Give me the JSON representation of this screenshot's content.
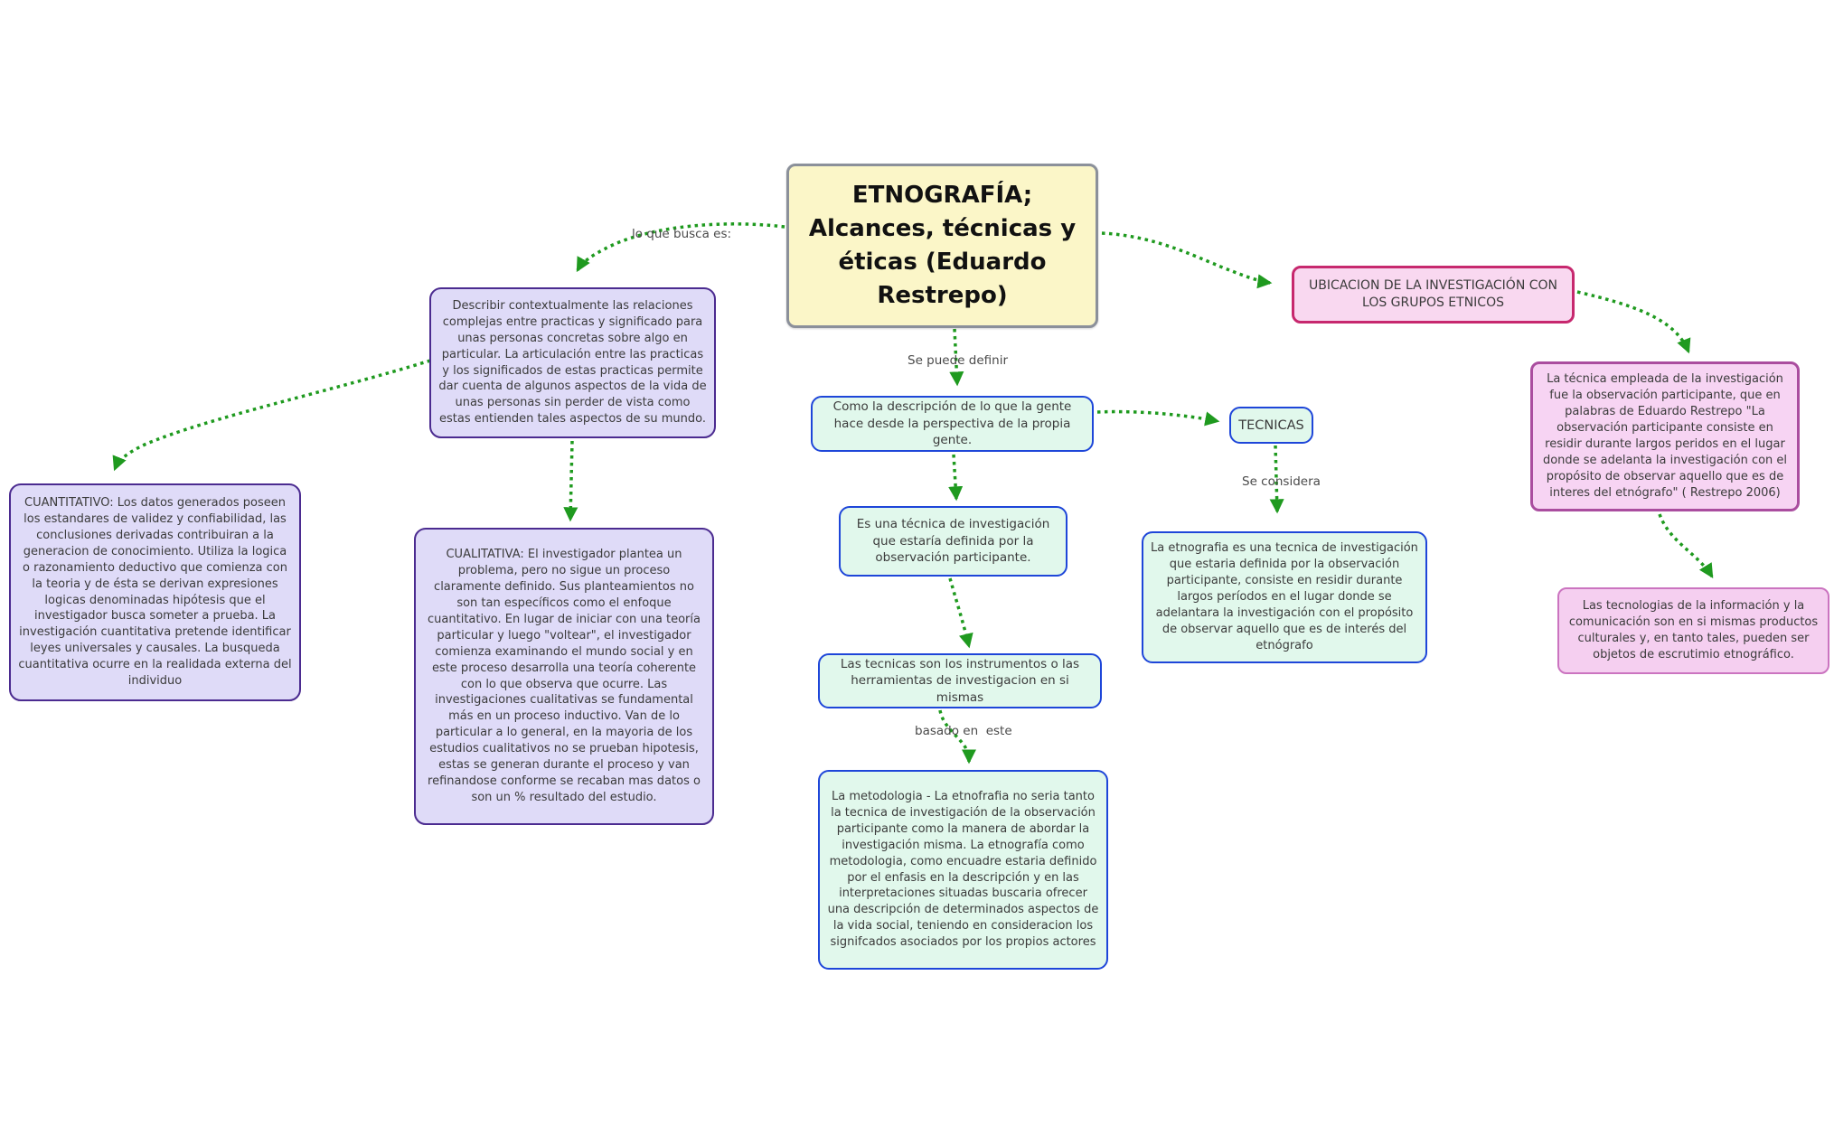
{
  "diagram_title": "ETNOGRAFÍA; Alcances, técnicas y éticas (Eduardo Restrepo)",
  "colors": {
    "connector_green": "#1f9a1f",
    "title_fill": "#fbf6c8",
    "title_border": "#8b909a",
    "purple_fill": "#dfdbf8",
    "purple_border": "#4b2b90",
    "mint_fill": "#e1f8ec",
    "blue_border": "#1e46d9",
    "pink_fill": "#f9d8f0",
    "crimson_border": "#c7286e",
    "magenta_border": "#aa4d9f",
    "light_pink_border": "#cb74c0"
  },
  "nodes": {
    "title": "ETNOGRAFÍA; Alcances, técnicas y éticas (Eduardo Restrepo)",
    "describir": "Describir  contextualmente las relaciones complejas entre practicas y significado para unas personas concretas sobre algo en particular. La articulación entre las practicas y los significados de estas practicas permite dar cuenta de algunos aspectos de la vida de unas personas sin perder de vista como estas entienden tales aspectos de su mundo.",
    "cuantitativo": "CUANTITATIVO: Los datos generados poseen los estandares de validez y confiabilidad, las conclusiones derivadas contribuiran a la generacion de conocimiento. Utiliza la logica o razonamiento deductivo que comienza con la teoria y de ésta se derivan expresiones logicas denominadas hipótesis que el investigador busca someter a prueba. La investigación cuantitativa pretende identificar leyes universales y causales. La busqueda cuantitativa ocurre en la realidada externa del individuo",
    "cualitativa": "CUALITATIVA: El investigador plantea un problema, pero no sigue un proceso claramente definido. Sus planteamientos no son tan específicos como el enfoque cuantitativo. En lugar de iniciar con una teoría particular y luego \"voltear\", el investigador comienza examinando el mundo social y en este proceso desarrolla una teoría coherente con lo que observa que ocurre.  Las investigaciones cualitativas se fundamental más en un proceso inductivo. Van de lo particular a lo general,  en la mayoria de los estudios cualitativos no se prueban hipotesis, estas se generan durante el proceso y van refinandose conforme se recaban mas datos o son un % resultado del estudio.",
    "como_descripcion": "Como la descripción de lo que la gente hace desde la perspectiva de la propia gente.",
    "es_tecnica": "Es una técnica de investigación que estaría definida por la observación participante.",
    "tecnicas_instrumentos": "Las tecnicas son los instrumentos o las herramientas de investigacion en si mismas",
    "metodologia": "La metodologia - La etnofrafia no seria tanto la tecnica de investigación de la observación participante como la manera de abordar la investigación misma. La etnografía como metodologia, como encuadre estaria definido por el enfasis en la descripción y en las interpretaciones situadas buscaria ofrecer una descripción de determinados aspectos de la vida social, teniendo en consideracion los signifcados asociados por los propios actores",
    "tecnicas": "TECNICAS",
    "etnografia_definicion": "La etnografia es una tecnica de investigación que estaria definida por la observación participante, consiste en  residir durante largos períodos en el lugar donde se adelantara la investigación con el propósito de observar aquello que es de interés del etnógrafo",
    "ubicacion": "UBICACION DE LA INVESTIGACIÓN CON LOS GRUPOS ETNICOS",
    "tecnica_empleada": "La técnica empleada de la investigación fue la observación participante, que en palabras de Eduardo Restrepo \"La observación participante consiste en residir durante largos peridos en el lugar donde se adelanta la investigación con el propósito de observar aquello que es de interes del etnógrafo\" ( Restrepo 2006)",
    "tecnologias": "Las tecnologias de la información y la comunicación son en si mismas productos culturales y, en tanto tales, pueden ser objetos de escrutimio etnográfico."
  },
  "connector_labels": {
    "lo_que_busca": "lo que busca es:",
    "se_puede_definir": "Se puede definir",
    "se_considera": "Se considera",
    "basado_en_este": "basado en  este"
  }
}
